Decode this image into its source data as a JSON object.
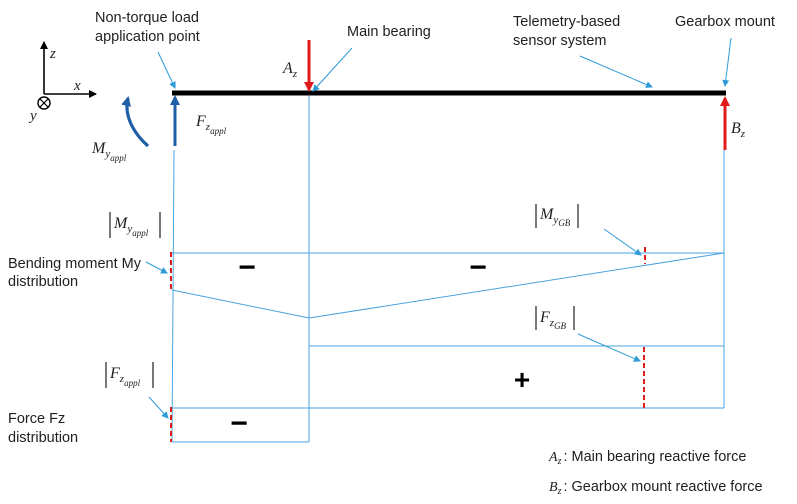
{
  "colors": {
    "beam": "#000000",
    "diagram_line": "#4aa3df",
    "leader_line": "#2e9bd6",
    "reaction_arrow": "#e01b1b",
    "applied_load": "#1f5fa8",
    "marker": "#e01b1b"
  },
  "labels": {
    "non_torque_line1": "Non-torque load",
    "non_torque_line2": "application point",
    "main_bearing": "Main bearing",
    "telemetry_line1": "Telemetry-based",
    "telemetry_line2": "sensor system",
    "gearbox_mount": "Gearbox mount",
    "bending_line1": "Bending moment My",
    "bending_line2": "distribution",
    "force_line1": "Force Fz",
    "force_line2": "distribution"
  },
  "axes": {
    "z": "z",
    "x": "x",
    "y": "y"
  },
  "symbols": {
    "A": "A",
    "A_sub": "z",
    "B": "B",
    "B_sub": "z",
    "F": "F",
    "F_sub": "z",
    "F_subsub": "appl",
    "M": "M",
    "M_sub": "y",
    "M_subsub": "appl",
    "GB": "GB"
  },
  "signs": {
    "moment_left": "−",
    "moment_right": "−",
    "force_right": "+",
    "force_left": "−"
  },
  "legend": {
    "A_desc": ": Main bearing reactive force",
    "B_desc": ": Gearbox mount reactive force"
  }
}
